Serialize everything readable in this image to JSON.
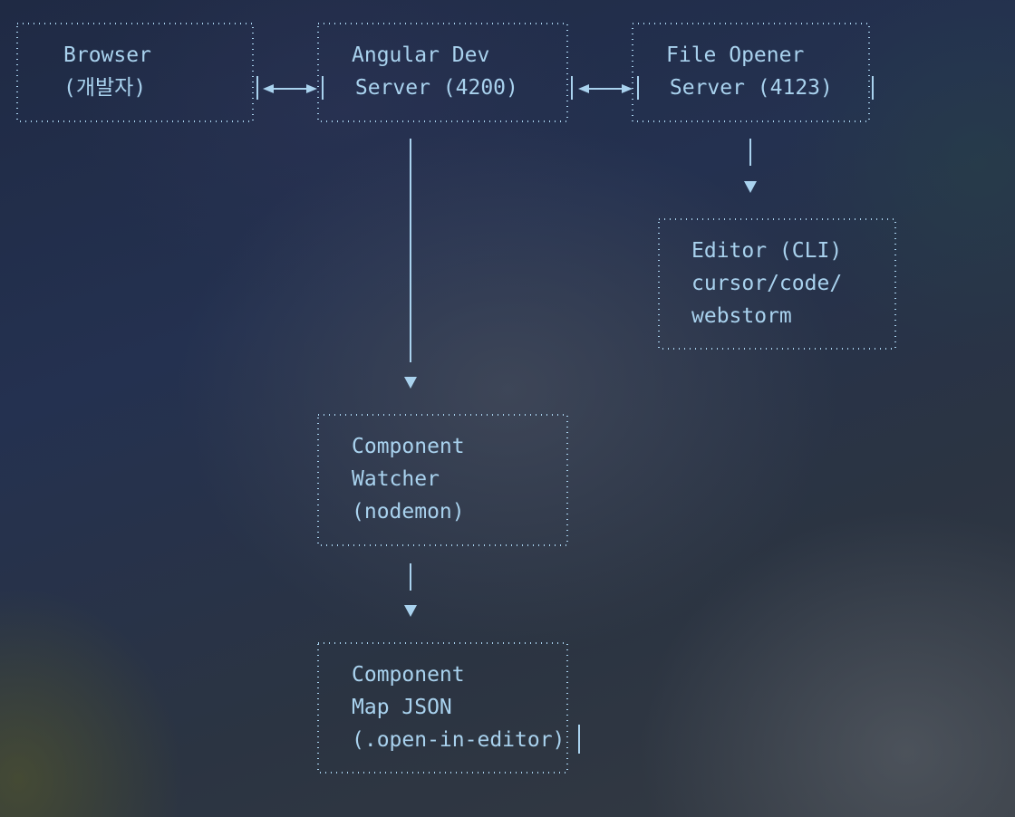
{
  "nodes": [
    {
      "id": "browser",
      "lines": [
        "Browser",
        "(개발자)"
      ]
    },
    {
      "id": "angular",
      "lines": [
        "Angular Dev",
        " Server (4200)"
      ]
    },
    {
      "id": "opener",
      "lines": [
        "File Opener",
        " Server (4123)"
      ]
    },
    {
      "id": "editor",
      "lines": [
        "Editor (CLI)",
        "cursor/code/",
        "webstorm"
      ]
    },
    {
      "id": "watcher",
      "lines": [
        "Component",
        "Watcher",
        "(nodemon)"
      ]
    },
    {
      "id": "map",
      "lines": [
        "Component",
        "Map JSON",
        "(.open-in-editor)"
      ]
    }
  ],
  "edges": [
    {
      "from": "browser",
      "to": "angular",
      "style": "bidirectional"
    },
    {
      "from": "angular",
      "to": "opener",
      "style": "bidirectional"
    },
    {
      "from": "opener",
      "to": "editor",
      "style": "directed"
    },
    {
      "from": "angular",
      "to": "watcher",
      "style": "directed"
    },
    {
      "from": "watcher",
      "to": "map",
      "style": "directed"
    }
  ],
  "colors": {
    "foreground": "#a9d2ee"
  }
}
